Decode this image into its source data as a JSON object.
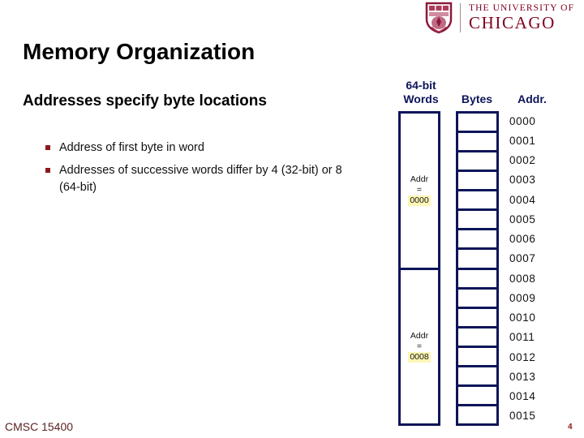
{
  "branding": {
    "crest_icon": "uchicago-crest-icon",
    "line1": "THE UNIVERSITY OF",
    "line2": "CHICAGO",
    "color": "#800020"
  },
  "slide": {
    "title": "Memory Organization",
    "lead": "Addresses specify byte locations",
    "bullets": [
      "Address of first byte in word",
      "Addresses of successive words differ by 4 (32-bit) or 8 (64-bit)"
    ],
    "bullet_color": "#8b1a1a"
  },
  "diagram": {
    "line_color": "#0d1559",
    "highlight_color": "#fdf6b6",
    "headers": {
      "words": "64-bit\nWords",
      "words_line1": "64-bit",
      "words_line2": "Words",
      "bytes": "Bytes",
      "addr": "Addr."
    },
    "words": [
      {
        "label": "Addr",
        "equals": "=",
        "value": "0000"
      },
      {
        "label": "Addr",
        "equals": "=",
        "value": "0008"
      }
    ],
    "byte_count": 16,
    "addresses": [
      "0000",
      "0001",
      "0002",
      "0003",
      "0004",
      "0005",
      "0006",
      "0007",
      "0008",
      "0009",
      "0010",
      "0011",
      "0012",
      "0013",
      "0014",
      "0015"
    ]
  },
  "footer": {
    "course": "CMSC 15400",
    "page": "4",
    "course_color": "#5c2323"
  }
}
